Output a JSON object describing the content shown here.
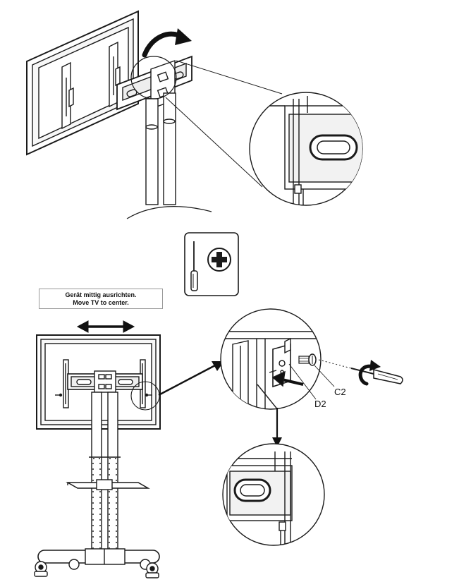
{
  "figure": {
    "instruction_de": "Gerät mittig ausrichten.",
    "instruction_en": "Move TV to center.",
    "part_label_c2": "C2",
    "part_label_d2": "D2",
    "tool_icon": "screwdriver-icon",
    "tool_symbol_icon": "plus-icon",
    "rotate_arrow_icon": "curved-arrow-icon",
    "move_arrow_icon": "double-arrow-icon",
    "line_color": "#1a1a1a",
    "fill_color": "#ffffff",
    "shade_color": "#bfbfbf"
  }
}
